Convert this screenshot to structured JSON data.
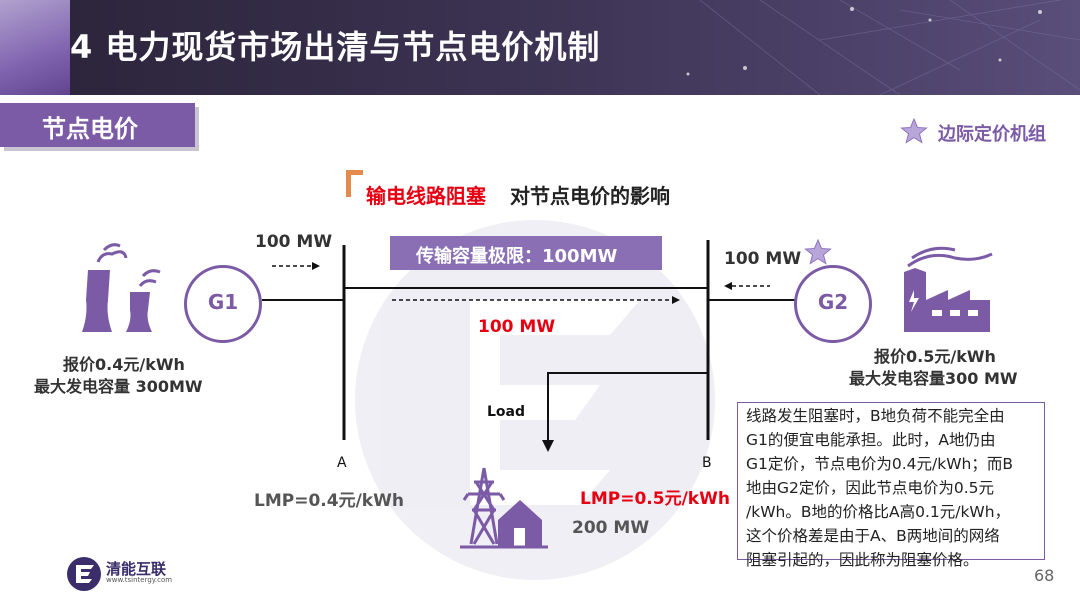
{
  "header": {
    "title": "4 电力现货市场出清与节点电价机制"
  },
  "section": {
    "label": "节点电价"
  },
  "legend": {
    "label": "边际定价机组",
    "icon": "star-icon"
  },
  "diagram": {
    "title_red": "输电线路阻塞",
    "title_rest": "对节点电价的影响",
    "capacity_label": "传输容量极限：100MW",
    "g1": {
      "label": "G1",
      "flow": "100 MW",
      "price": "报价0.4元/kWh",
      "capacity": "最大发电容量 300MW"
    },
    "g2": {
      "label": "G2",
      "flow": "100 MW",
      "price": "报价0.5元/kWh",
      "capacity": "最大发电容量300 MW"
    },
    "line_flow": "100 MW",
    "load": {
      "label": "Load",
      "amount": "200 MW"
    },
    "node_a": {
      "label": "A",
      "lmp": "LMP=0.4元/kWh"
    },
    "node_b": {
      "label": "B",
      "lmp": "LMP=0.5元/kWh"
    }
  },
  "note": {
    "lines": [
      "线路发生阻塞时，B地负荷不能完全由",
      "G1的便宜电能承担。此时，A地仍由",
      "G1定价，节点电价为0.4元/kWh；而B",
      "地由G2定价，因此节点电价为0.5元",
      "/kWh。B地的价格比A高0.1元/kWh，",
      "这个价格差是由于A、B两地间的网络",
      "阻塞引起的，因此称为阻塞价格。"
    ]
  },
  "footer": {
    "logo_name": "清能互联",
    "logo_url": "www.tsintergy.com",
    "page": "68"
  },
  "colors": {
    "purple": "#7b5aa6",
    "red": "#e60012",
    "orange": "#e48a4c"
  }
}
